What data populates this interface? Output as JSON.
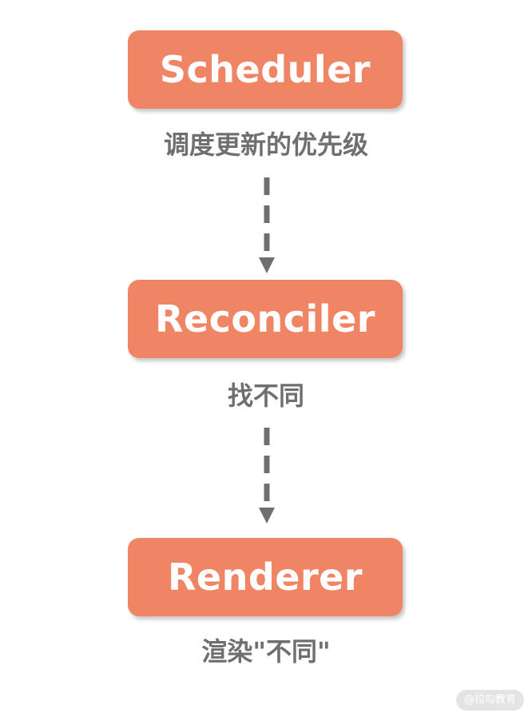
{
  "nodes": {
    "scheduler": {
      "label": "Scheduler",
      "caption": "调度更新的优先级"
    },
    "reconciler": {
      "label": "Reconciler",
      "caption": "找不同"
    },
    "renderer": {
      "label": "Renderer",
      "caption": "渲染\"不同\""
    }
  },
  "colors": {
    "node_fill": "#f08565",
    "node_text": "#ffffff",
    "caption_text": "#6f6f6f",
    "arrow": "#6f6f6f"
  },
  "watermark": "@拉勾教育"
}
